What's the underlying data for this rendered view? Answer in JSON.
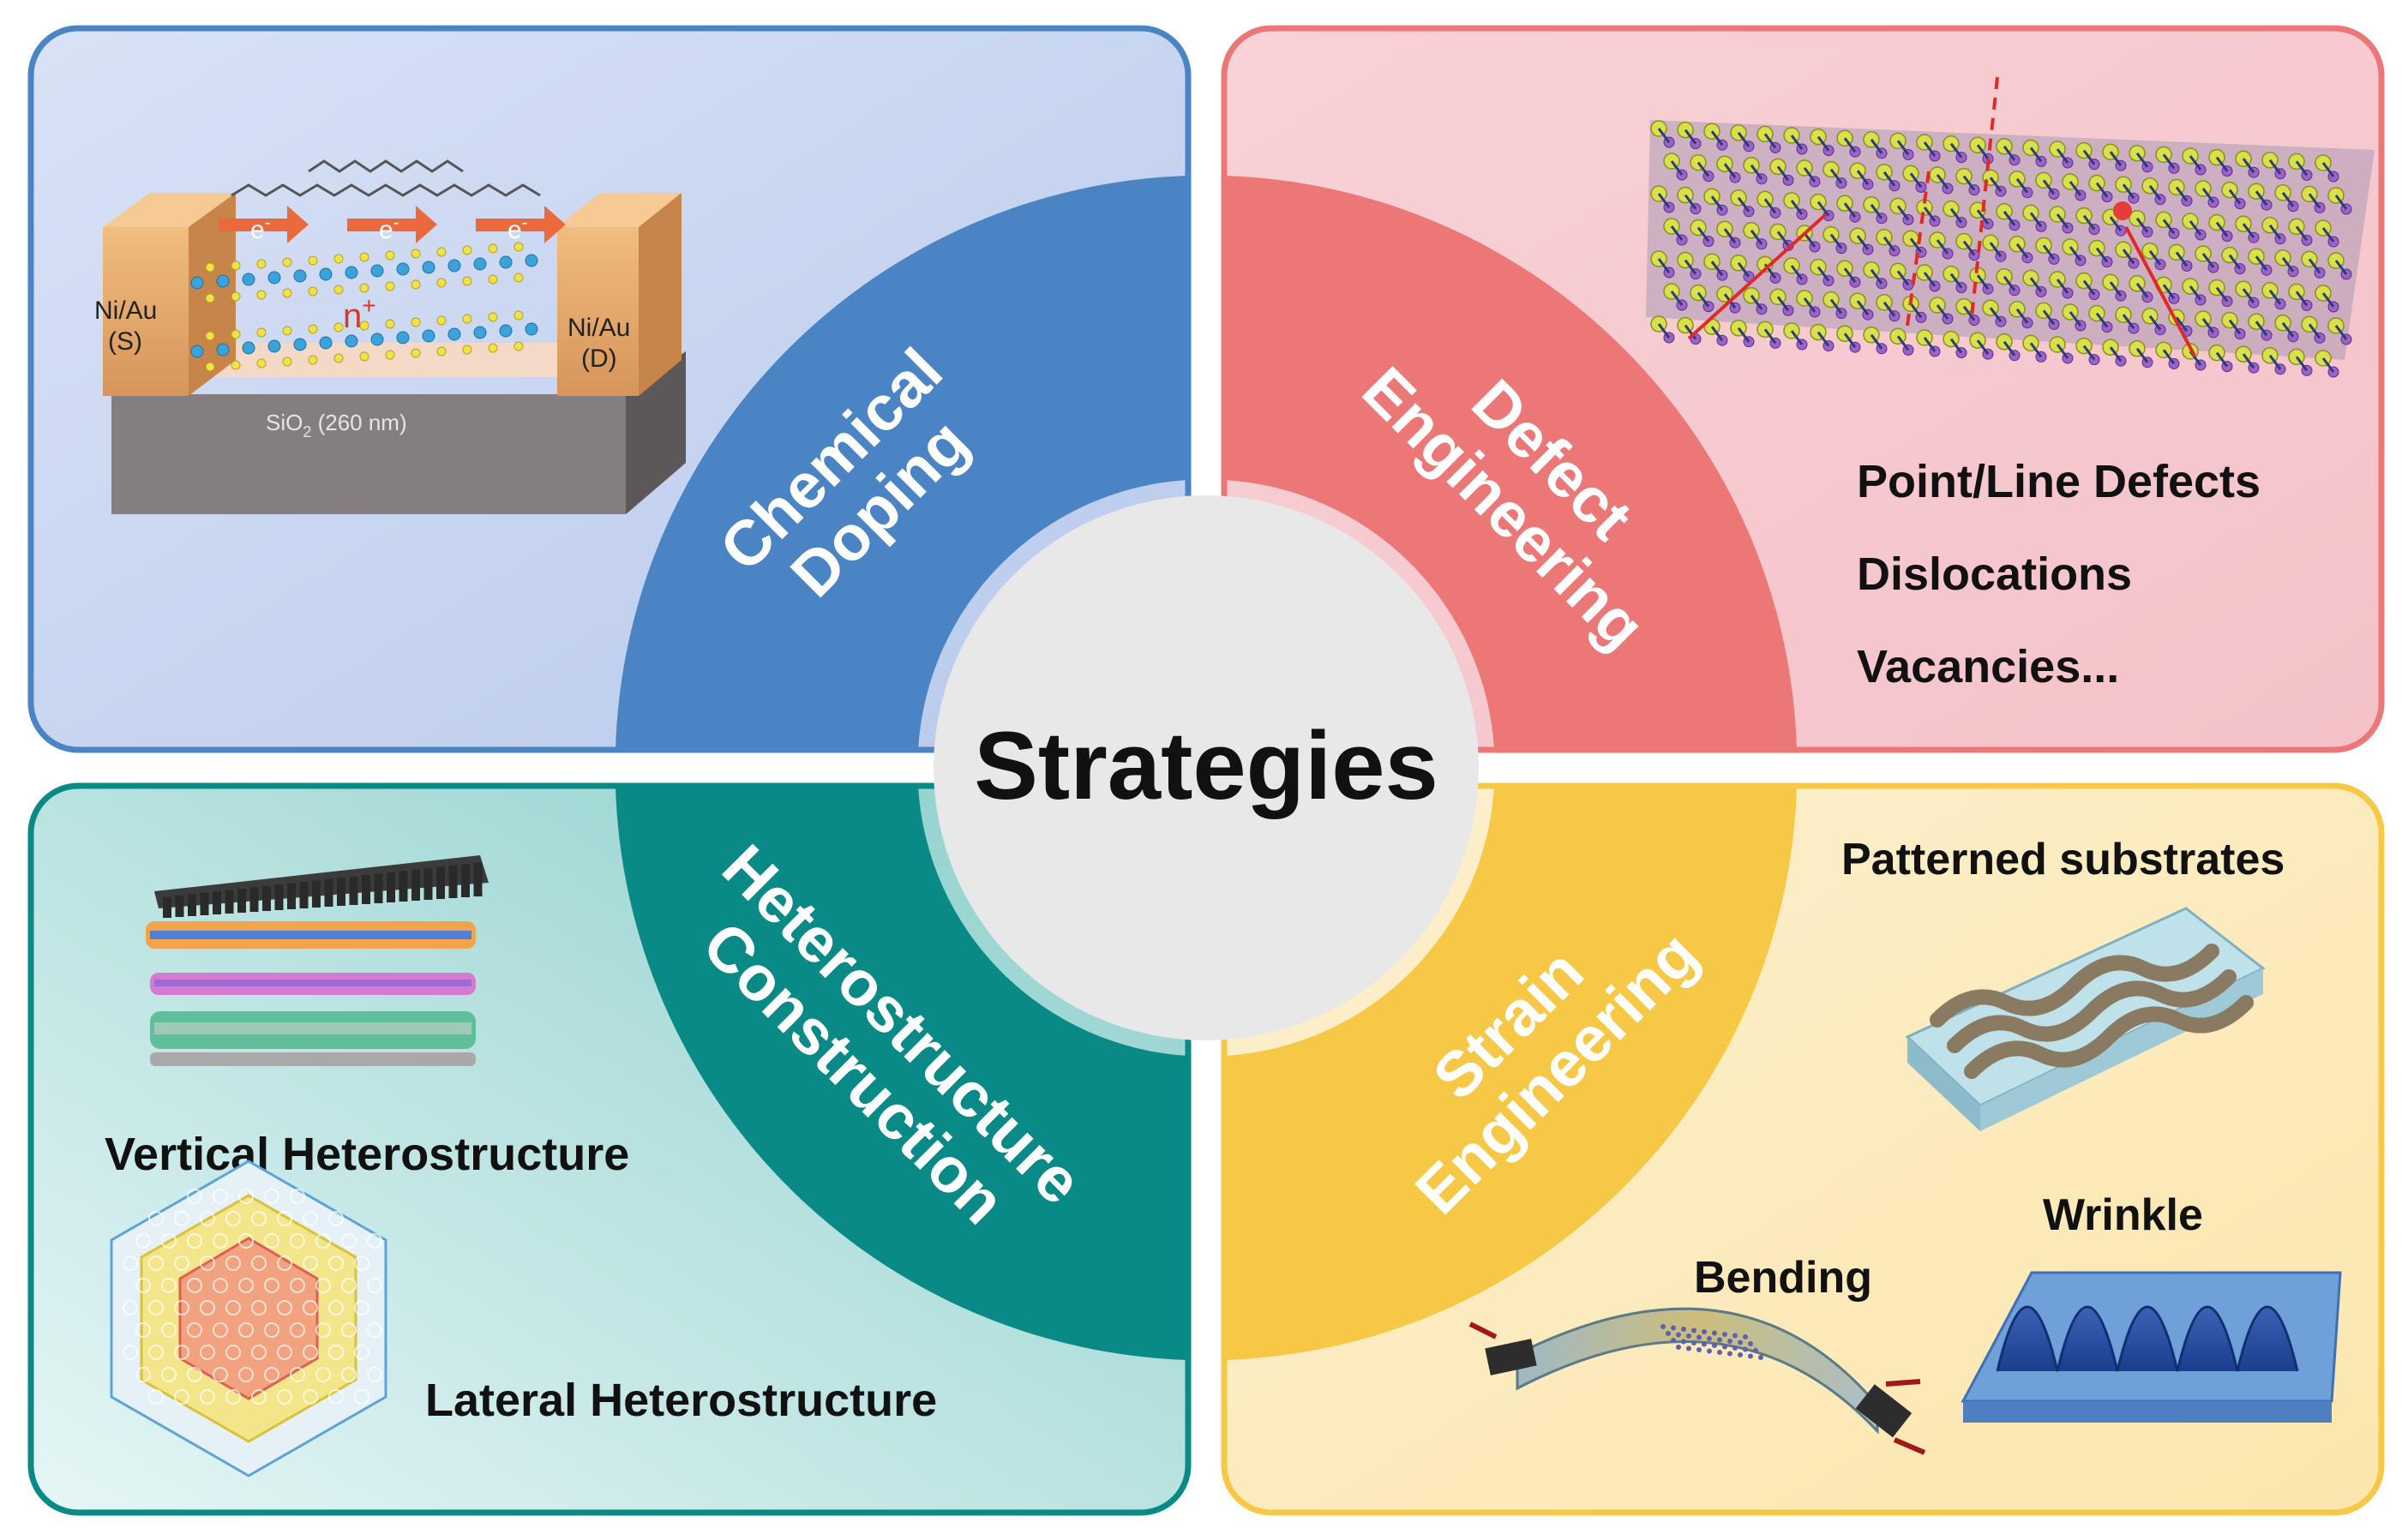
{
  "center": {
    "title": "Strategies"
  },
  "quadrants": {
    "top_left": {
      "ring_line1": "Chemical",
      "ring_line2": "Doping",
      "device": {
        "electron": "e",
        "electron_sup": "-",
        "doping": "n",
        "doping_sup": "+",
        "source_line1": "Ni/Au",
        "source_line2": "(S)",
        "drain_line1": "Ni/Au",
        "drain_line2": "(D)",
        "substrate_pre": "SiO",
        "substrate_sub": "2",
        "substrate_post": " (260 nm)"
      }
    },
    "top_right": {
      "ring_line1": "Defect",
      "ring_line2": "Engineering",
      "items": [
        "Point/Line Defects",
        "Dislocations",
        "Vacancies..."
      ]
    },
    "bottom_left": {
      "ring_line1": "Heterostructure",
      "ring_line2": "Construction",
      "vertical_label": "Vertical Heterostructure",
      "lateral_label": "Lateral Heterostructure"
    },
    "bottom_right": {
      "ring_line1": "Strain",
      "ring_line2": "Engineering",
      "patterned_label": "Patterned substrates",
      "wrinkle_label": "Wrinkle",
      "bending_label": "Bending"
    }
  },
  "colors": {
    "blue": "#4a84c4",
    "red": "#ec7777",
    "teal": "#0a8a87",
    "yellow": "#f7c845",
    "center": "#e8e8e8"
  }
}
